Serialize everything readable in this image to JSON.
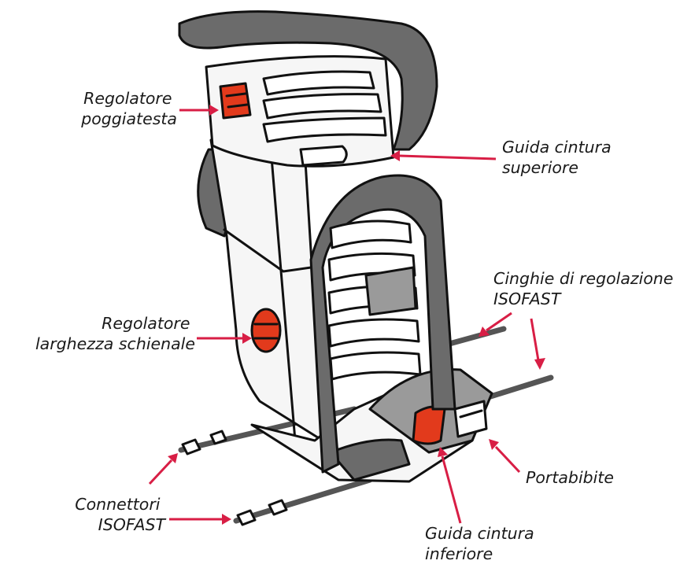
{
  "labels": {
    "headrest_adjuster": [
      "Regolatore",
      "poggiatesta"
    ],
    "upper_belt_guide": [
      "Guida cintura",
      "superiore"
    ],
    "isofast_straps": [
      "Cinghie di regolazione",
      "ISOFAST"
    ],
    "backrest_width_adjuster": [
      "Regolatore",
      "larghezza schienale"
    ],
    "cup_holder": [
      "Portabibite"
    ],
    "isofast_connectors": [
      "Connettori",
      "ISOFAST"
    ],
    "lower_belt_guide": [
      "Guida cintura",
      "inferiore"
    ]
  },
  "colors": {
    "outline": "#111111",
    "padding": "#6b6b6b",
    "shell": "#f6f6f6",
    "adjuster": "#e23a1c",
    "arrow": "#d81e45"
  }
}
